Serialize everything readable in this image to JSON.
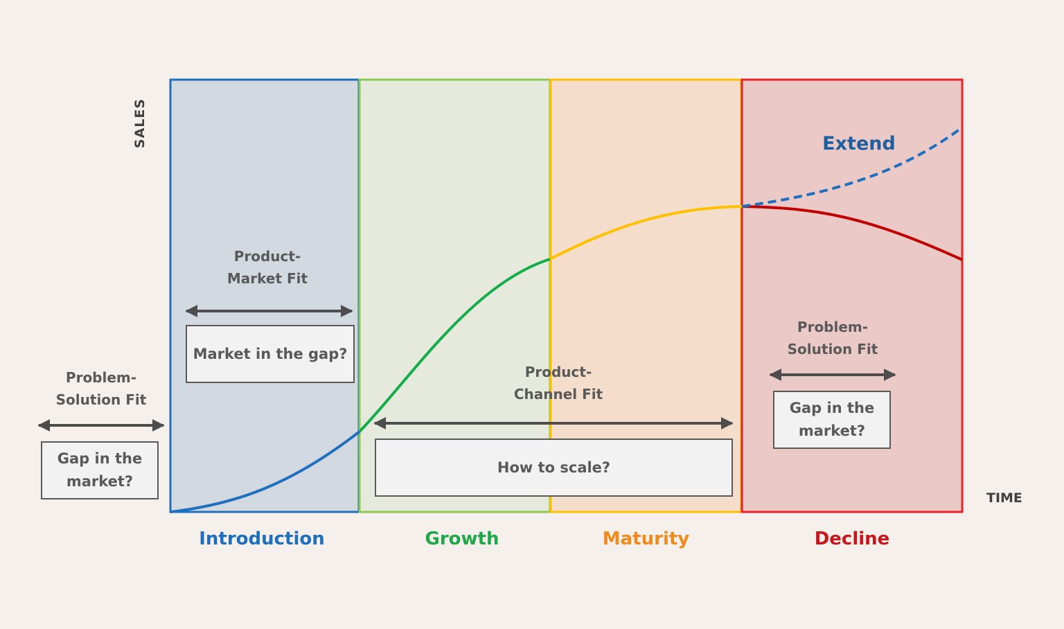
{
  "axes": {
    "y_label": "SALES",
    "x_label": "TIME"
  },
  "stages": [
    {
      "name": "Introduction",
      "color": "#1f6fbf"
    },
    {
      "name": "Growth",
      "color": "#1ea84a"
    },
    {
      "name": "Maturity",
      "color": "#f08a1c"
    },
    {
      "name": "Decline",
      "color": "#c8161d"
    }
  ],
  "zone_colors": {
    "introduction": {
      "border": "#1f6fbf",
      "fill": "#d2d9e1"
    },
    "growth": {
      "border": "#8cc84b",
      "fill": "#e5eadc"
    },
    "maturity": {
      "border": "#ffc000",
      "fill": "#f4ddcb"
    },
    "decline": {
      "border": "#ee2026",
      "fill": "#ebc9c7"
    }
  },
  "curve_colors": {
    "introduction": "#1f6fbf",
    "growth": "#15ad4a",
    "maturity": "#ffc000",
    "decline": "#c00000",
    "extend": "#1f6fbf"
  },
  "extend_label": "Extend",
  "fits": {
    "pre_problem_solution": {
      "title": "Problem-\nSolution Fit",
      "question": "Gap in the\nmarket?"
    },
    "product_market": {
      "title": "Product-\nMarket Fit",
      "question": "Market in the gap?"
    },
    "product_channel": {
      "title": "Product-\nChannel Fit",
      "question": "How to scale?"
    },
    "decline_problem_solution": {
      "title": "Problem-\nSolution Fit",
      "question": "Gap in the\nmarket?"
    }
  },
  "arrow_color": "#4d4d4d",
  "extend_color": "#1f5f9f"
}
